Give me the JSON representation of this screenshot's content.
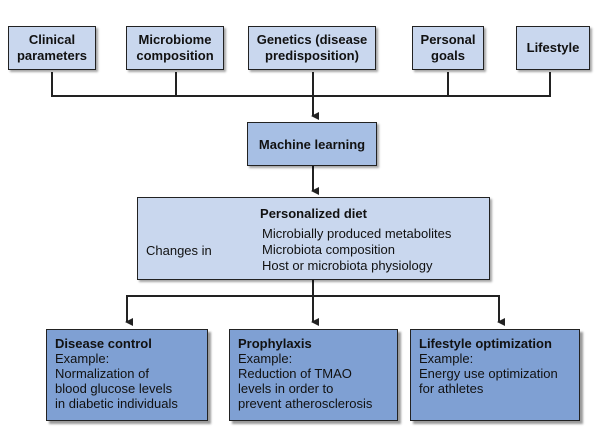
{
  "inputs": [
    {
      "label": "Clinical\nparameters"
    },
    {
      "label": "Microbiome\ncomposition"
    },
    {
      "label": "Genetics (disease\npredisposition)"
    },
    {
      "label": "Personal\ngoals"
    },
    {
      "label": "Lifestyle"
    }
  ],
  "machine_learning": {
    "label": "Machine learning"
  },
  "personalized_diet": {
    "title": "Personalized diet",
    "changes_label": "Changes in",
    "items": [
      "Microbially produced metabolites",
      "Microbiota composition",
      "Host or microbiota physiology"
    ]
  },
  "outcomes": [
    {
      "title": "Disease control",
      "example_label": "Example:",
      "text": "Normalization of\nblood glucose levels\nin diabetic individuals"
    },
    {
      "title": "Prophylaxis",
      "example_label": "Example:",
      "text": "Reduction of TMAO\nlevels in order to\nprevent atherosclerosis"
    },
    {
      "title": "Lifestyle optimization",
      "example_label": "Example:",
      "text": "Energy use optimization\nfor athletes"
    }
  ],
  "colors": {
    "light_box": "#c9d7ee",
    "mid_box": "#a7bfe4",
    "dark_box": "#7fa0d3",
    "line": "#222222"
  }
}
